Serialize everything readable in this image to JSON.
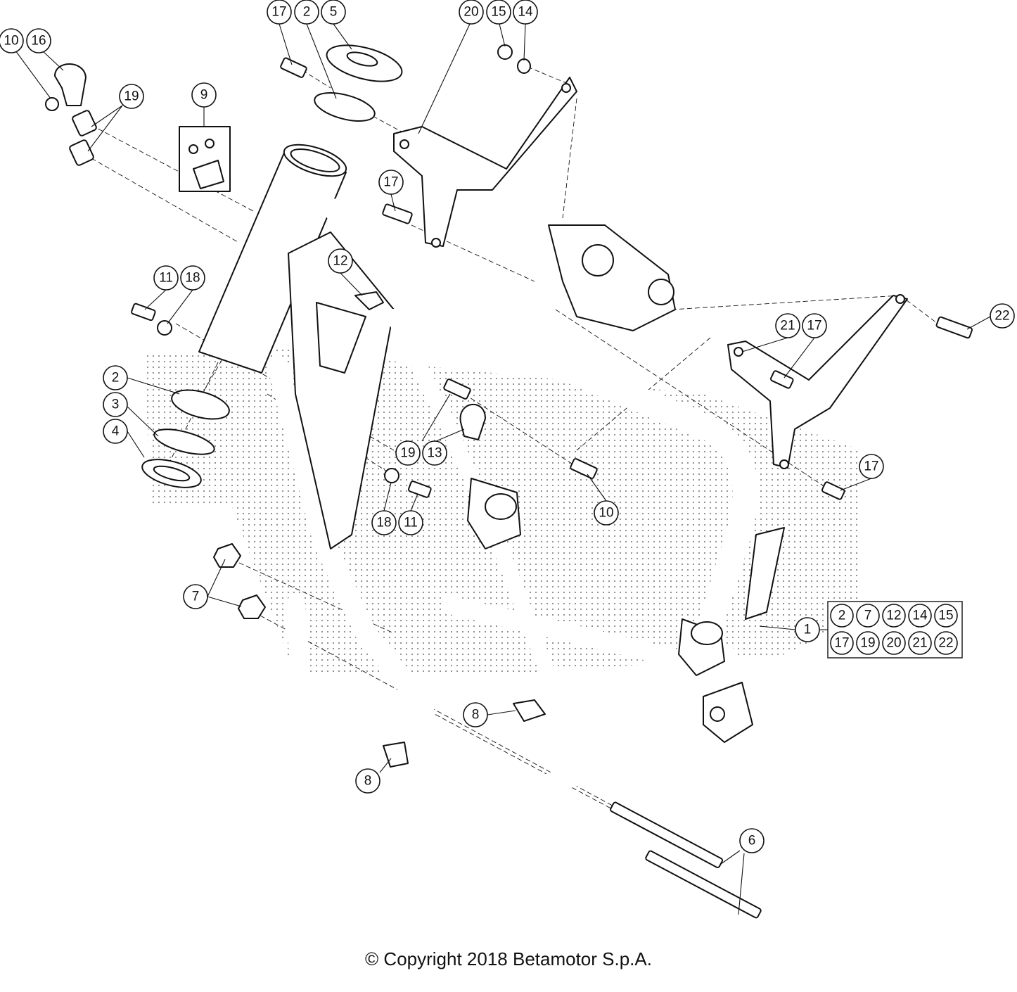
{
  "callouts": [
    {
      "id": "c-10a",
      "label": "10"
    },
    {
      "id": "c-16",
      "label": "16"
    },
    {
      "id": "c-19a",
      "label": "19"
    },
    {
      "id": "c-9",
      "label": "9"
    },
    {
      "id": "c-17a",
      "label": "17"
    },
    {
      "id": "c-2a",
      "label": "2"
    },
    {
      "id": "c-5",
      "label": "5"
    },
    {
      "id": "c-20",
      "label": "20"
    },
    {
      "id": "c-15",
      "label": "15"
    },
    {
      "id": "c-14",
      "label": "14"
    },
    {
      "id": "c-17b",
      "label": "17"
    },
    {
      "id": "c-11a",
      "label": "11"
    },
    {
      "id": "c-18a",
      "label": "18"
    },
    {
      "id": "c-12",
      "label": "12"
    },
    {
      "id": "c-2b",
      "label": "2"
    },
    {
      "id": "c-3",
      "label": "3"
    },
    {
      "id": "c-4",
      "label": "4"
    },
    {
      "id": "c-19b",
      "label": "19"
    },
    {
      "id": "c-13",
      "label": "13"
    },
    {
      "id": "c-18b",
      "label": "18"
    },
    {
      "id": "c-11b",
      "label": "11"
    },
    {
      "id": "c-10b",
      "label": "10"
    },
    {
      "id": "c-22",
      "label": "22"
    },
    {
      "id": "c-21",
      "label": "21"
    },
    {
      "id": "c-17c",
      "label": "17"
    },
    {
      "id": "c-17d",
      "label": "17"
    },
    {
      "id": "c-7",
      "label": "7"
    },
    {
      "id": "c-1",
      "label": "1"
    },
    {
      "id": "c-8a",
      "label": "8"
    },
    {
      "id": "c-8b",
      "label": "8"
    },
    {
      "id": "c-6",
      "label": "6"
    }
  ],
  "kit": {
    "row1": [
      "2",
      "7",
      "12",
      "14",
      "15"
    ],
    "row2": [
      "17",
      "19",
      "20",
      "21",
      "22"
    ]
  },
  "footer": {
    "copyright": "© Copyright 2018 Betamotor S.p.A."
  }
}
